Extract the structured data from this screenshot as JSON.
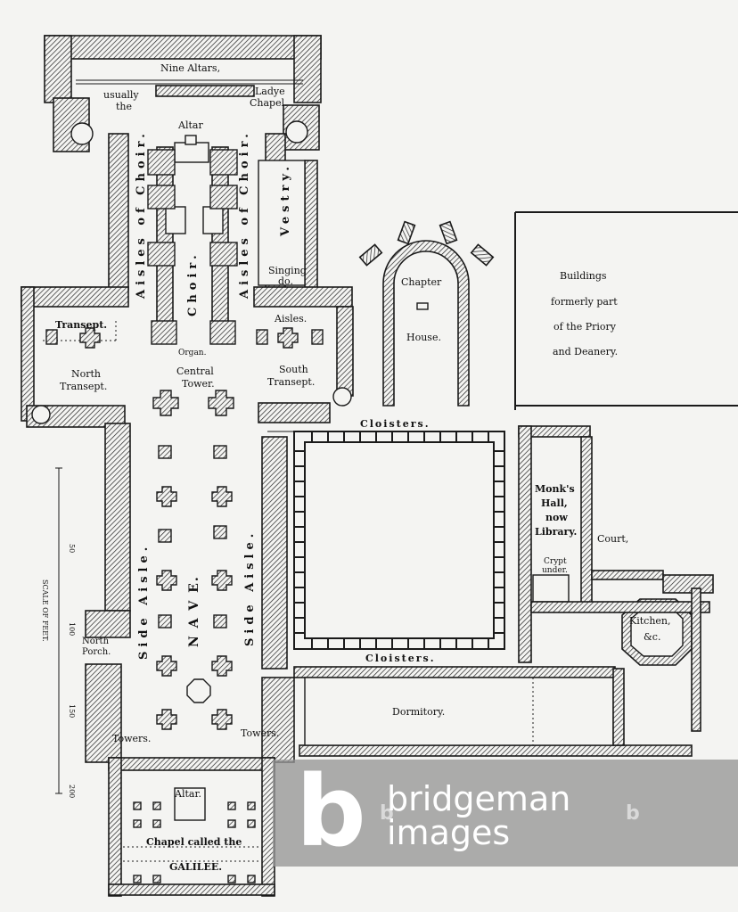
{
  "plan": {
    "labels": {
      "nine_altars": "Nine Altars,",
      "usually": "usually",
      "the": "the",
      "ladye": "Ladye",
      "chapel": "Chapel.",
      "altar_top": "Altar",
      "aisles_of_choir_left": "Aisles of Choir.",
      "aisles_of_choir_right": "Aisles of Choir.",
      "vestry": "Vestry.",
      "singing": "Singing",
      "singing_do": "do.",
      "choir": "Choir.",
      "organ": "Organ.",
      "transept_n": "Transept.",
      "north": "North",
      "north_transept": "Transept.",
      "central": "Central",
      "tower": "Tower.",
      "aisles_s": "Aisles.",
      "south": "South",
      "south_transept": "Transept.",
      "chapter": "Chapter",
      "house": "House.",
      "buildings": "Buildings",
      "formerly": "formerly part",
      "priory": "of the Priory",
      "deanery": "and Deanery.",
      "cloisters_top": "Cloisters.",
      "cloisters_bottom": "Cloisters.",
      "side_aisle_left": "Side Aisle.",
      "side_aisle_right": "Side Aisle.",
      "nave": "N A V E.",
      "monks": "Monk's",
      "hall": "Hall,",
      "now": "now",
      "library": "Library.",
      "crypt": "Crypt",
      "under": "under.",
      "court": "Court,",
      "kitchen": "Kitchen,",
      "kitchen_etc": "&c.",
      "north_porch_1": "North",
      "north_porch_2": "Porch.",
      "dormitory": "Dormitory.",
      "towers_left": "Towers.",
      "towers_right": "Towers.",
      "altar_bottom": "Altar.",
      "chapel_called": "Chapel called the",
      "galilee": "GALILEE."
    },
    "scale": {
      "title": "SCALE OF FEET.",
      "ticks": [
        "50",
        "100",
        "150",
        "200"
      ]
    }
  },
  "watermark": {
    "line1": "bridgeman",
    "line2": "images",
    "ghost_letter": "b"
  }
}
